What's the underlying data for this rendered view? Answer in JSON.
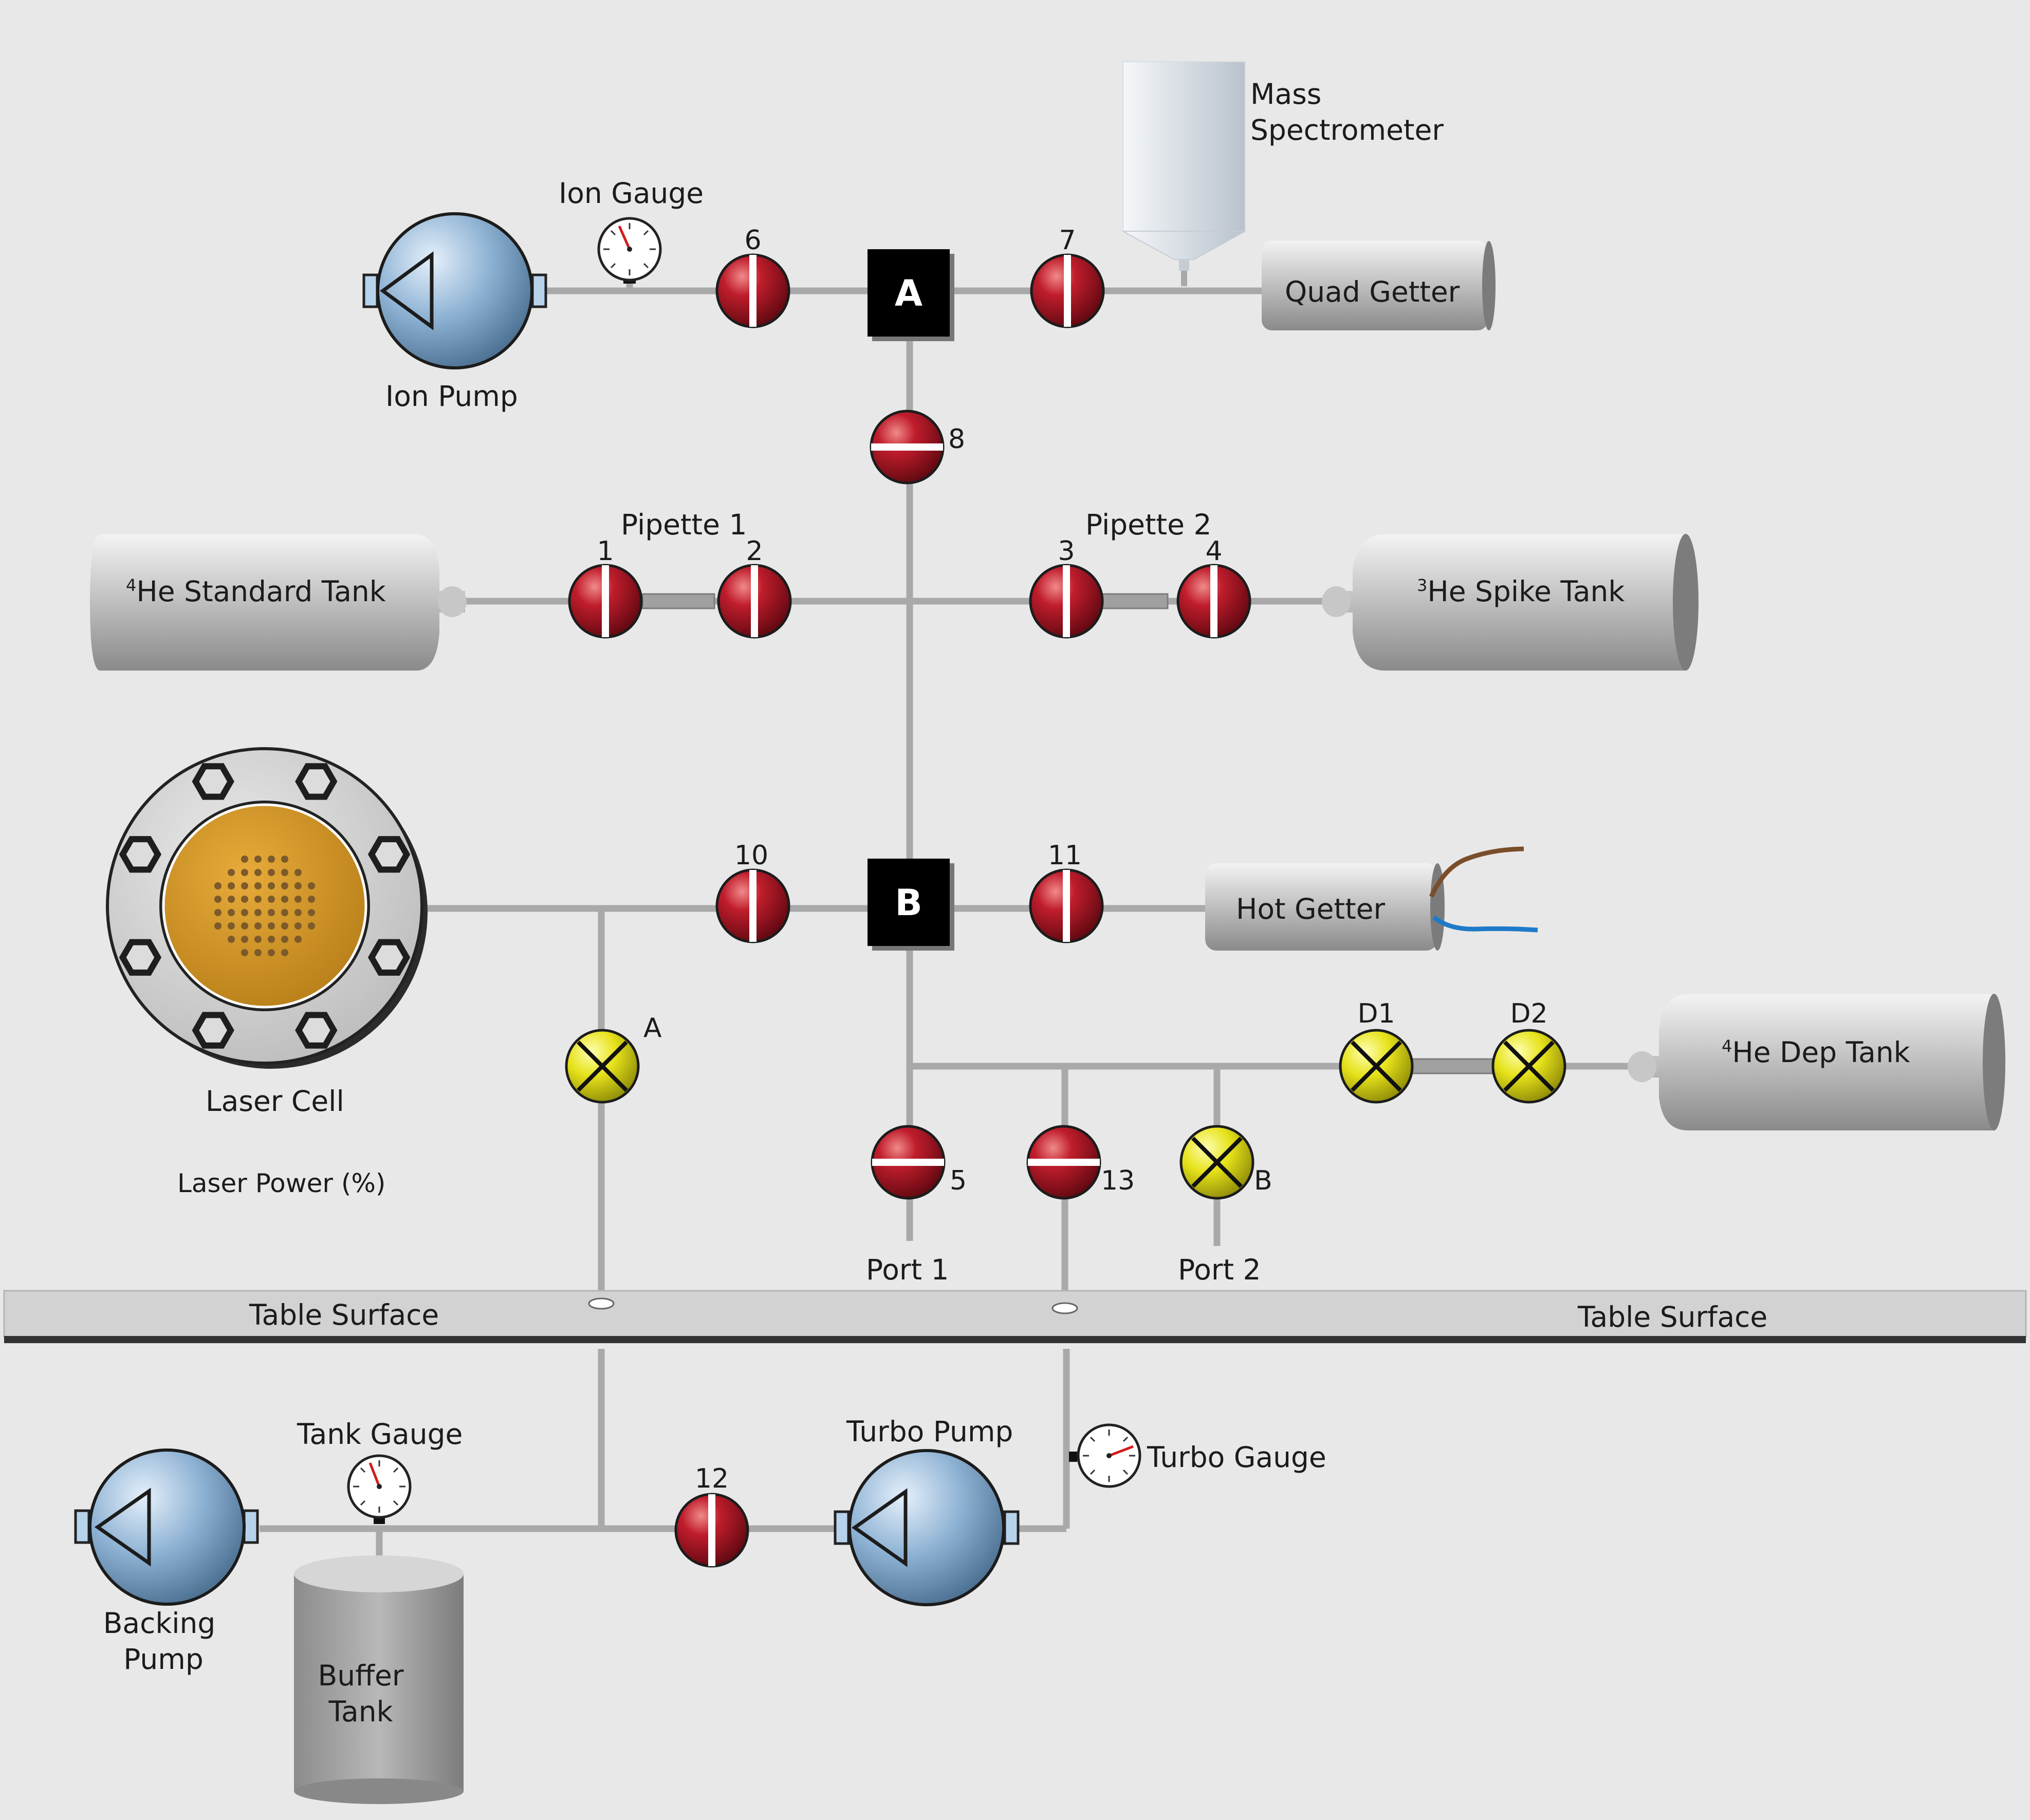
{
  "colors": {
    "background": "#e8e8e8",
    "pipe": "#a9a9a9",
    "valve_closed": "#9e1020",
    "valve_pneumatic": "#e6e21a",
    "pump_body": "#8fb3d4",
    "tank_body": "#b5b5b5",
    "laser_target": "#cf9420"
  },
  "pumps": {
    "ion": "Ion Pump",
    "backing": "Backing",
    "backing2": "Pump",
    "turbo": "Turbo Pump"
  },
  "gauges": {
    "ion": "Ion Gauge",
    "tank": "Tank Gauge",
    "turbo": "Turbo Gauge"
  },
  "junctions": {
    "a": "A",
    "b": "B"
  },
  "instruments": {
    "mass_spec_1": "Mass",
    "mass_spec_2": "Spectrometer",
    "quad_getter": "Quad Getter",
    "hot_getter": "Hot Getter",
    "laser_cell": "Laser Cell",
    "laser_power": "Laser Power (%)"
  },
  "tanks": {
    "he4_std_sup": "4",
    "he4_std": "He Standard Tank",
    "he3_spike_sup": "3",
    "he3_spike": "He Spike Tank",
    "he4_dep_sup": "4",
    "he4_dep": "He Dep Tank",
    "buffer1": "Buffer",
    "buffer2": "Tank"
  },
  "pipettes": {
    "p1": "Pipette 1",
    "p2": "Pipette 2"
  },
  "valves": {
    "v1": "1",
    "v2": "2",
    "v3": "3",
    "v4": "4",
    "v5": "5",
    "v6": "6",
    "v7": "7",
    "v8": "8",
    "v10": "10",
    "v11": "11",
    "v12": "12",
    "v13": "13",
    "vA": "A",
    "vB": "B",
    "vD1": "D1",
    "vD2": "D2"
  },
  "ports": {
    "p1": "Port 1",
    "p2": "Port 2"
  },
  "table": {
    "left": "Table Surface",
    "right": "Table Surface"
  }
}
